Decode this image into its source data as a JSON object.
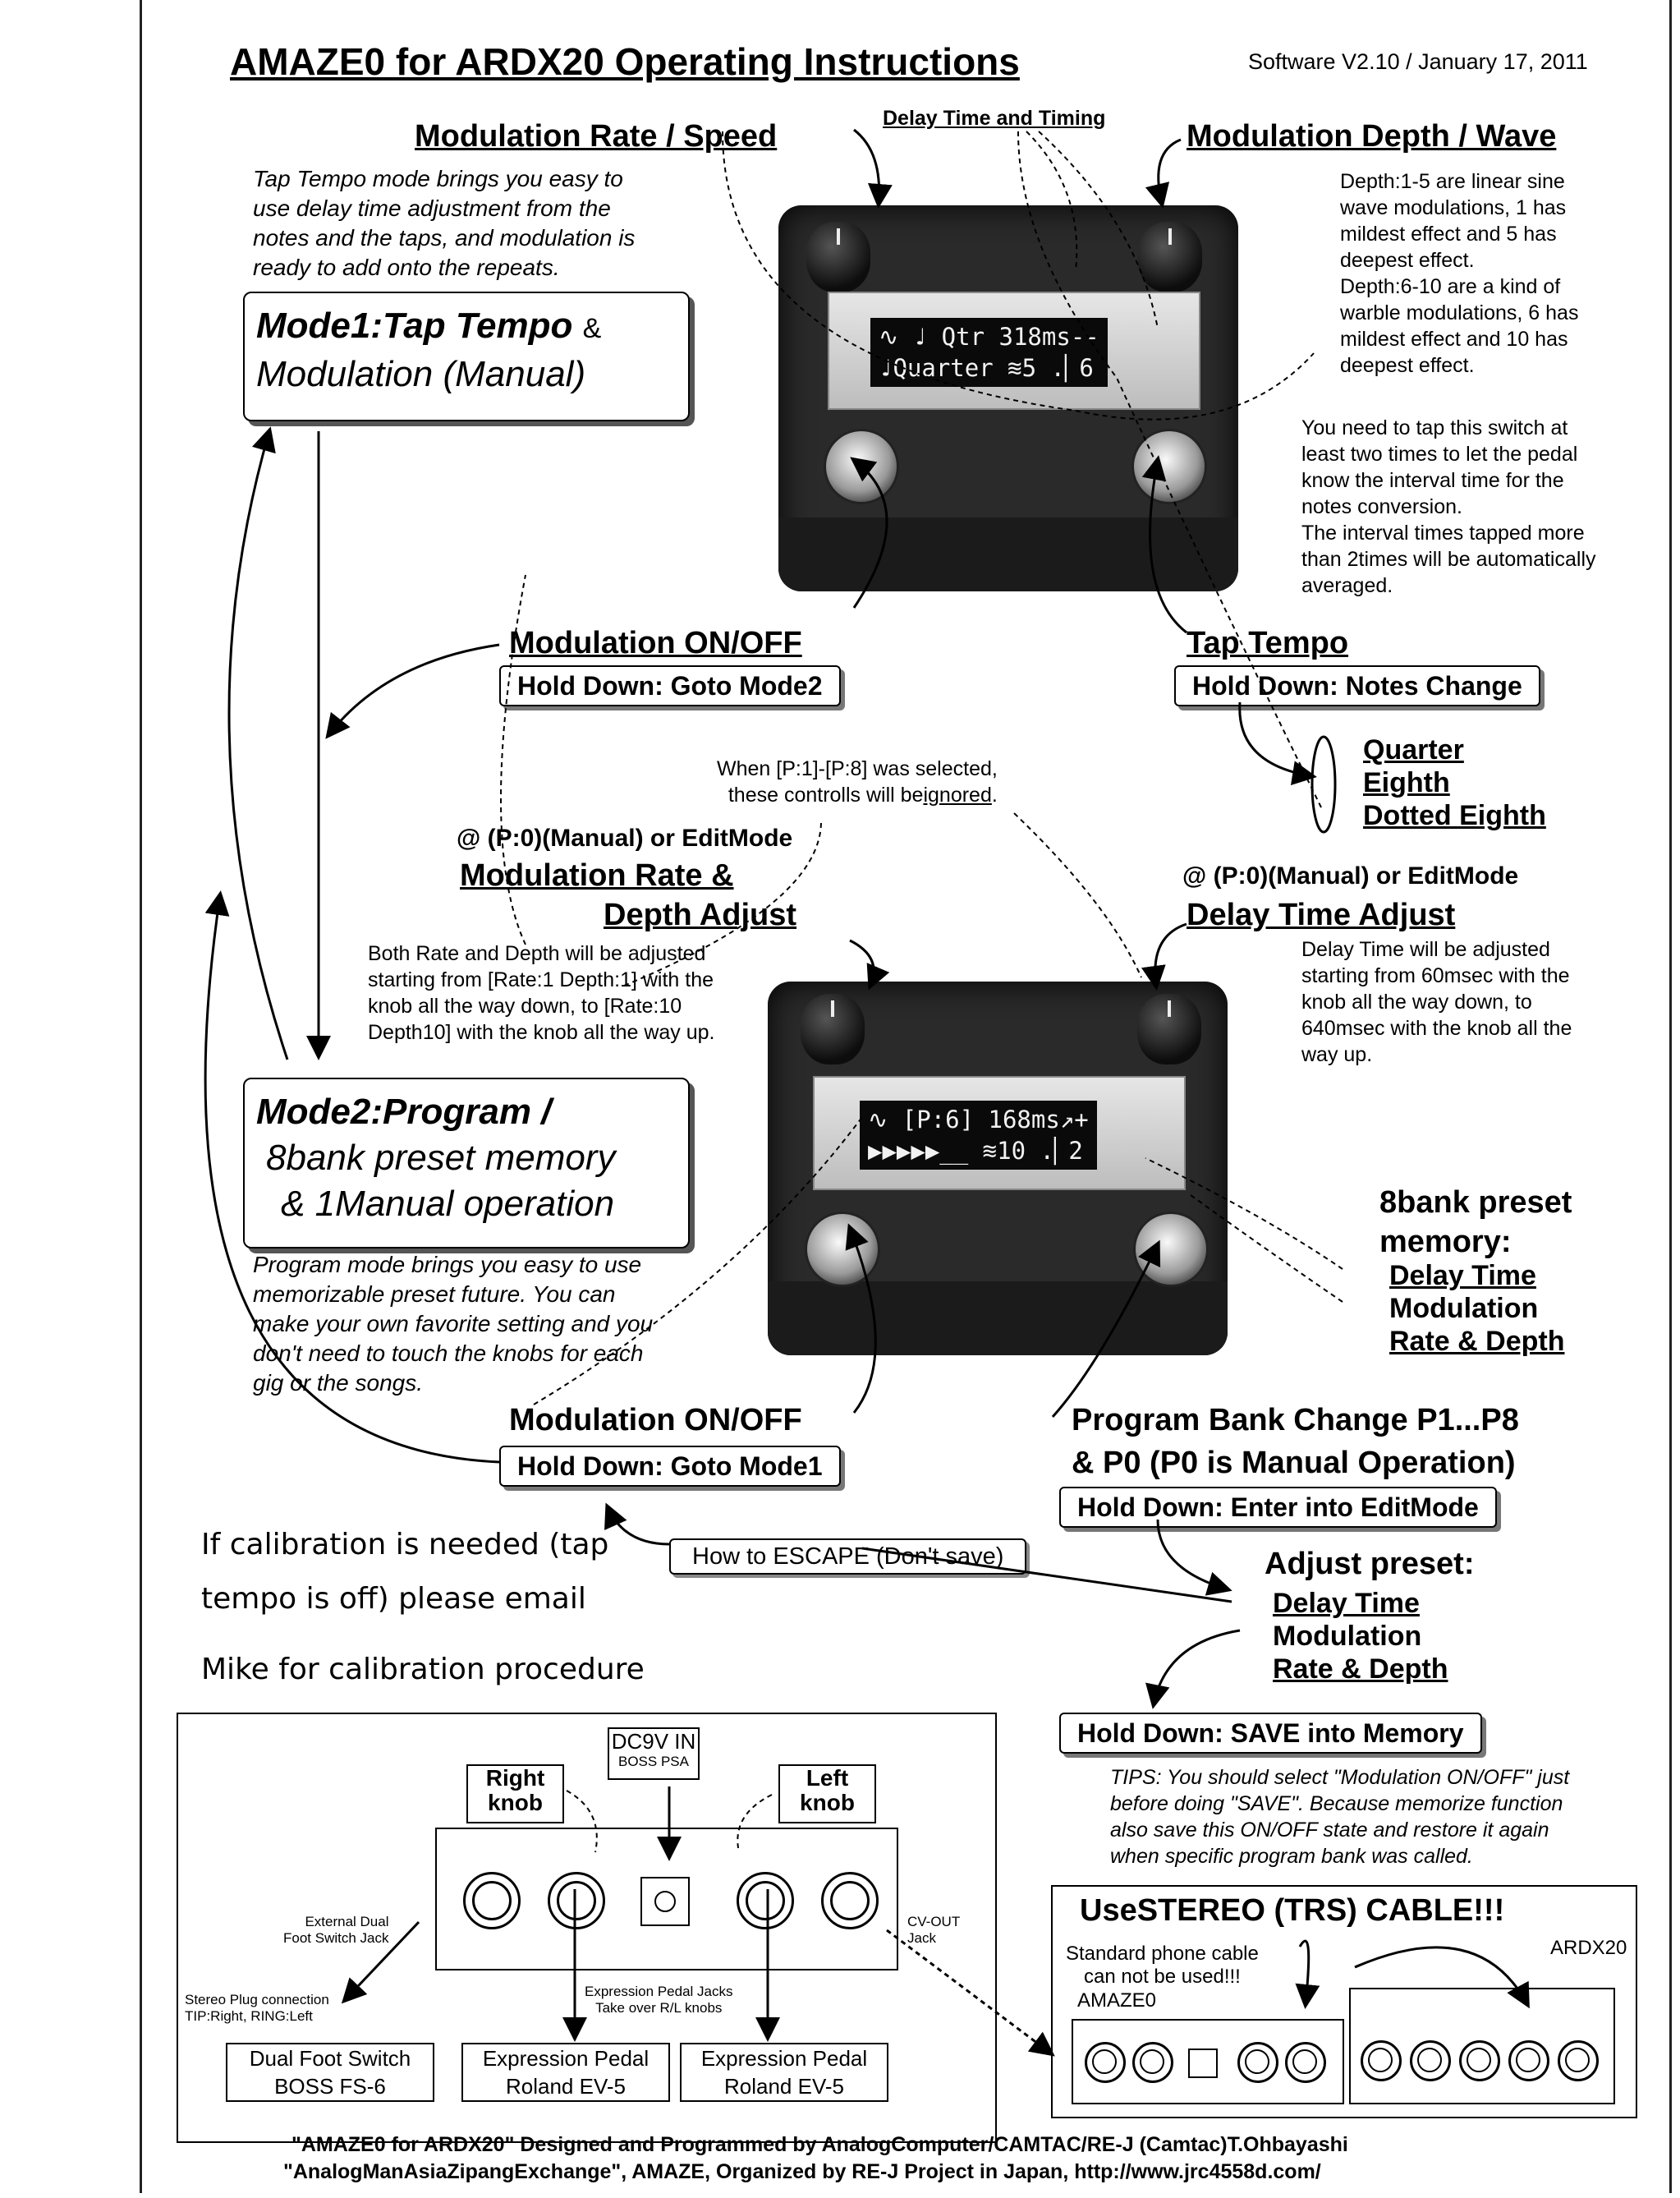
{
  "header": {
    "title": "AMAZE0 for ARDX20 Operating Instructions",
    "software": "Software V2.10  / January 17, 2011"
  },
  "mode1": {
    "label_delay_timing": "Delay Time and Timing",
    "label_mod_rate": "Modulation Rate / Speed",
    "label_mod_depth": "Modulation Depth / Wave",
    "intro": [
      "Tap Tempo mode brings you easy to",
      "use delay time adjustment from the",
      "notes and the taps, and modulation is",
      "ready to add onto the repeats."
    ],
    "box_line1": "Mode1:Tap Tempo",
    "box_amp": "&",
    "box_line2": "Modulation (Manual)",
    "depth_note": [
      "Depth:1-5 are linear sine",
      "wave modulations, 1 has",
      "mildest effect and 5 has",
      "deepest effect.",
      "Depth:6-10 are a kind of",
      "warble modulations, 6 has",
      "mildest effect and 10 has",
      "deepest effect."
    ],
    "tap_note": [
      "You need to tap this switch at",
      "least two times to let the pedal",
      "know the interval time for the",
      "notes conversion.",
      "The interval times tapped more",
      "than 2times will be automatically",
      "averaged."
    ],
    "lcd_line1": "∿ ♩ Qtr 318ms--",
    "lcd_line2": "♩Quarter ≋5 .▏6",
    "label_mod_onoff": "Modulation ON/OFF",
    "hold_goto_mode2": "Hold Down: Goto Mode2",
    "label_tap_tempo": "Tap Tempo",
    "hold_notes_change": "Hold Down: Notes Change",
    "notes_list": [
      "Quarter",
      "Eighth",
      "Dotted Eighth"
    ]
  },
  "mode2": {
    "ignored_note_1": "When [P:1]-[P:8] was selected,",
    "ignored_note_2": "these controlls will be",
    "ignored_word": "ignored",
    "ignored_period": ".",
    "edit_left_1": "@ (P:0)(Manual) or EditMode",
    "edit_left_2": "Modulation Rate &",
    "edit_left_3": "Depth Adjust",
    "edit_right_1": "@ (P:0)(Manual) or EditMode",
    "edit_right_2": "Delay Time Adjust",
    "rate_depth_note": [
      "Both Rate and Depth will be adjusted",
      "starting from [Rate:1 Depth:1] with the",
      "knob all the way down, to [Rate:10",
      "Depth10] with the knob all the way up."
    ],
    "delay_note": [
      "Delay Time will be adjusted",
      "starting from 60msec with the",
      "knob all the way down, to",
      "640msec with the knob all the",
      "way up."
    ],
    "box_line1": "Mode2:Program  /",
    "box_line2": "8bank preset memory",
    "box_line3": "& 1Manual operation",
    "intro": [
      "Program mode brings you easy to use",
      "memorizable preset future. You can",
      "make your own favorite setting and you",
      "don't need to touch the knobs for each",
      "gig or the songs."
    ],
    "lcd_line1": "∿ [P:6] 168ms↗+",
    "lcd_line2": "▶▶▶▶▶__ ≋10 .▏2",
    "bank_title": "8bank preset\nmemory:",
    "bank_list": [
      "Delay Time",
      "Modulation",
      "Rate & Depth"
    ],
    "label_mod_onoff": "Modulation ON/OFF",
    "hold_goto_mode1": "Hold Down: Goto Mode1",
    "label_bank_change_1": "Program Bank Change P1...P8",
    "label_bank_change_2": "& P0 (P0 is Manual Operation)",
    "hold_editmode": "Hold Down: Enter into EditMode",
    "escape": "How to ESCAPE (Don't save)",
    "calibration": [
      "If calibration is needed (tap",
      "tempo is off) please email",
      "Mike for calibration procedure"
    ],
    "adjust_title": "Adjust preset:",
    "adjust_list": [
      "Delay Time",
      "Modulation",
      "Rate & Depth"
    ],
    "hold_save": "Hold Down: SAVE into Memory",
    "tips": [
      "TIPS: You should select \"Modulation ON/OFF\" just",
      "before doing \"SAVE\". Because memorize function",
      "also save this ON/OFF state and restore it again",
      "when specific program bank was called."
    ]
  },
  "connections": {
    "dc_in": "DC9V IN",
    "dc_sub": "BOSS PSA",
    "right_knob": "Right\nknob",
    "left_knob": "Left\nknob",
    "ext_jack": "External Dual\nFoot Switch Jack",
    "cv_out": "CV-OUT\nJack",
    "stereo_plug": "Stereo Plug connection\nTIP:Right, RING:Left",
    "exp_jacks": "Expression Pedal Jacks\nTake over R/L knobs",
    "footswitch": "Dual Foot Switch\nBOSS FS-6",
    "exp1": "Expression Pedal\nRoland EV-5",
    "exp2": "Expression Pedal\nRoland EV-5",
    "stereo_title": "UseSTEREO (TRS) CABLE!!!",
    "stereo_note": "Standard phone cable\ncan not be used!!!",
    "ardx20": "ARDX20",
    "amaze0": "AMAZE0"
  },
  "footer": {
    "line1": "\"AMAZE0 for ARDX20\" Designed and Programmed by AnalogComputer/CAMTAC/RE-J  (Camtac)T.Ohbayashi",
    "line2": "\"AnalogManAsiaZipangExchange\", AMAZE, Organized by RE-J Project in Japan, http://www.jrc4558d.com/"
  }
}
